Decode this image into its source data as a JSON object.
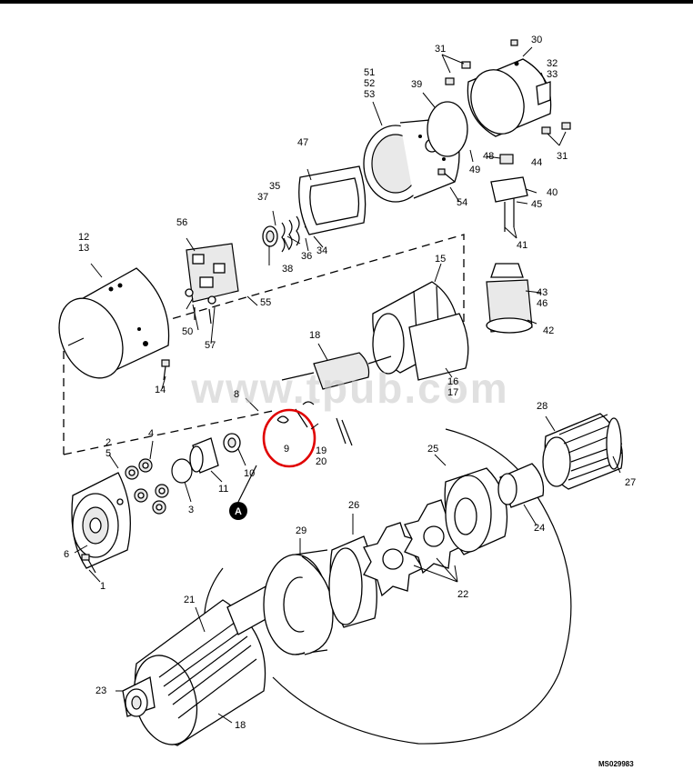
{
  "document": {
    "watermark": "www.tpub.com",
    "figure_id": "MS029983",
    "detail_marker": "A"
  },
  "labels": {
    "l1": "1",
    "l2": "2",
    "l3": "3",
    "l4": "4",
    "l5": "5",
    "l6": "6",
    "l8": "8",
    "l9": "9",
    "l10": "10",
    "l11": "11",
    "l12": "12",
    "l13": "13",
    "l14": "14",
    "l15": "15",
    "l16": "16",
    "l17": "17",
    "l18a": "18",
    "l18b": "18",
    "l19": "19",
    "l20": "20",
    "l21": "21",
    "l22": "22",
    "l23": "23",
    "l24": "24",
    "l25": "25",
    "l26": "26",
    "l27": "27",
    "l28": "28",
    "l29": "29",
    "l30": "30",
    "l31a": "31",
    "l31b": "31",
    "l32": "32",
    "l33": "33",
    "l34": "34",
    "l35": "35",
    "l36": "36",
    "l37": "37",
    "l38": "38",
    "l39": "39",
    "l40": "40",
    "l41": "41",
    "l42": "42",
    "l43": "43",
    "l44": "44",
    "l45": "45",
    "l46": "46",
    "l47": "47",
    "l48": "48",
    "l49": "49",
    "l50": "50",
    "l51": "51",
    "l52": "52",
    "l53": "53",
    "l54": "54",
    "l55": "55",
    "l56": "56",
    "l57": "57"
  },
  "highlight": {
    "color": "#e00000",
    "target_item": "9"
  }
}
